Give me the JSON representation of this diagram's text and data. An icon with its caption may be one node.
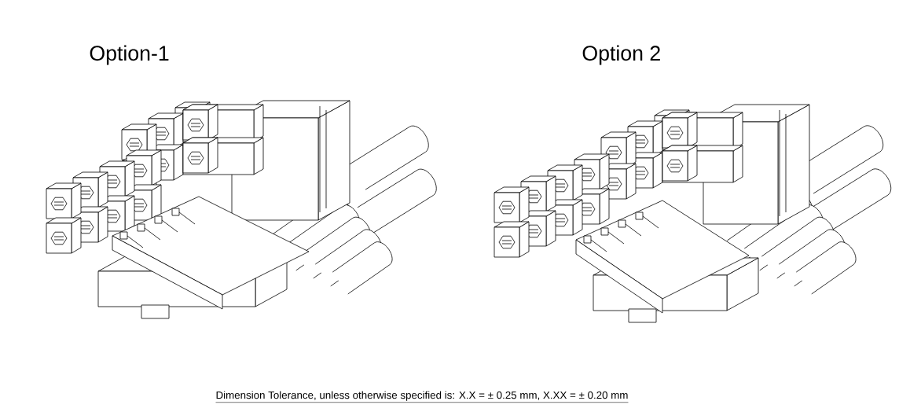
{
  "diagram": {
    "labels": [
      "Option-1",
      "Option 2",
      "Dimension Tolerance, unless otherwise specified is:  X.X = ± 0.25 mm, X.XX = ± 0.20 mm"
    ]
  }
}
